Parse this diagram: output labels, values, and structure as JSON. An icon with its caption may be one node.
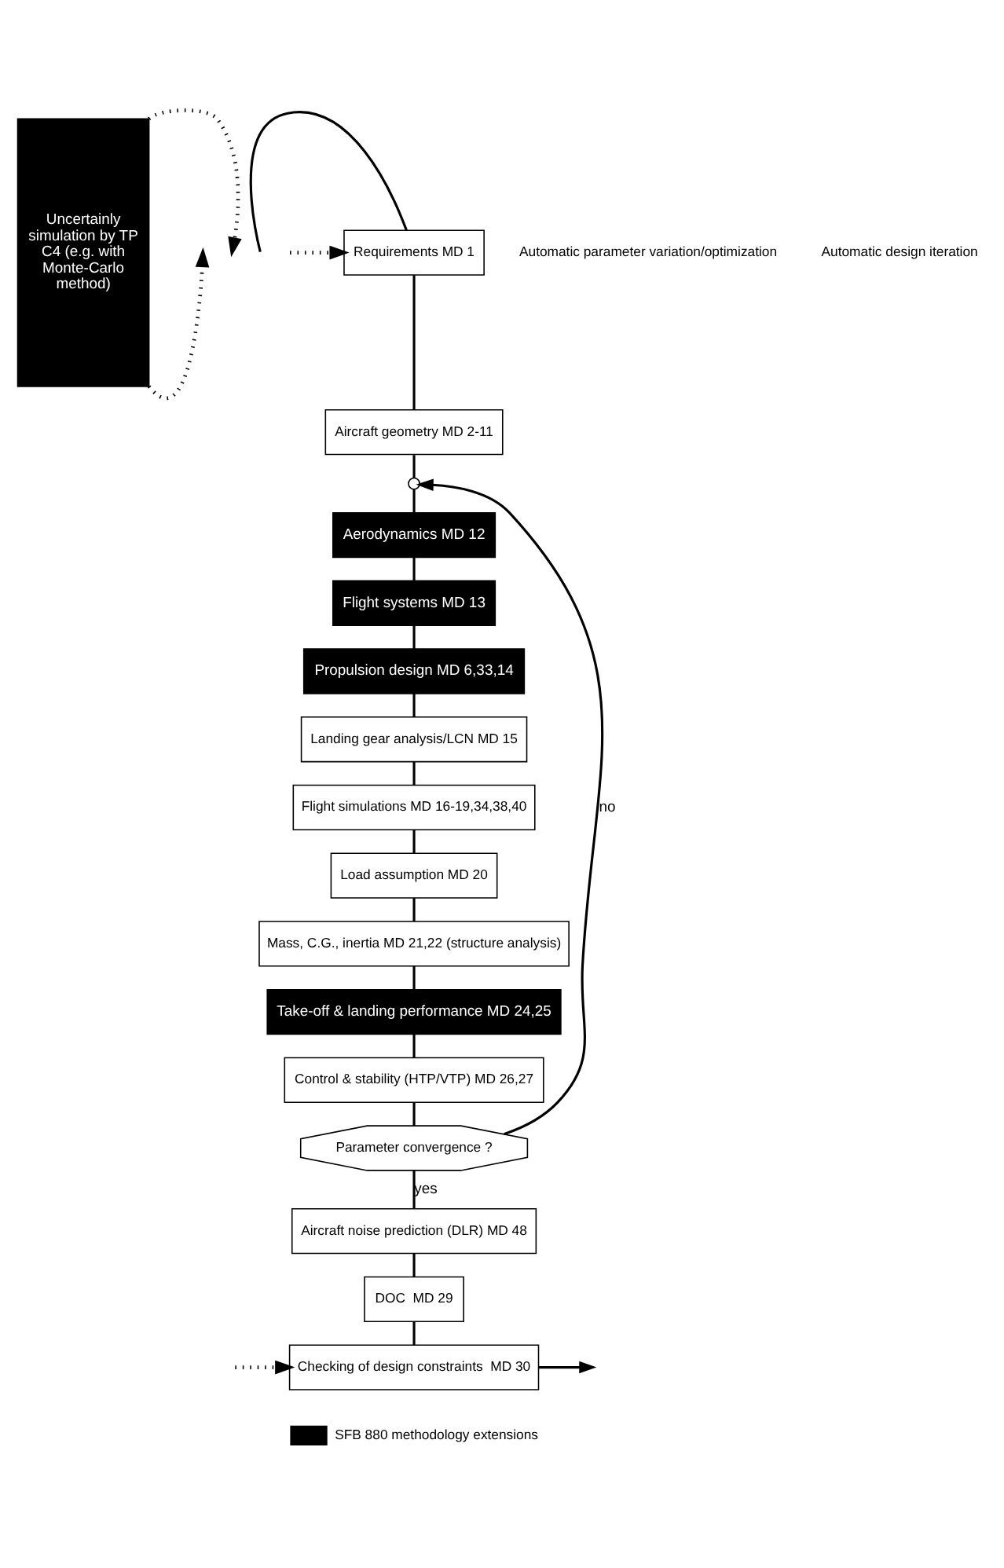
{
  "diagram": {
    "nodes": [
      {
        "text": [
          "Uncertainly simulation by TP C4 (e.g. with Monte-Carlo method)"
        ]
      },
      {
        "text": [
          "Requirements MD 1"
        ]
      },
      {
        "text": [
          "Aircraft geometry MD 2-11"
        ]
      },
      {
        "text": [],
        "shape": "circle"
      },
      {
        "text": [
          "Aerodynamics MD 12"
        ]
      },
      {
        "text": [
          "Flight systems MD 13"
        ]
      },
      {
        "text": [
          "Propulsion design MD 6,33,14"
        ]
      },
      {
        "text": [
          "Landing gear analysis/LCN MD 15"
        ]
      },
      {
        "text": [
          "Flight simulations MD 16-19,34,38,40"
        ]
      },
      {
        "text": [
          "Load assumption MD 20"
        ]
      },
      {
        "text": [
          "Mass, C.G., inertia MD 21,22 (structure analysis)"
        ]
      },
      {
        "text": [
          "Take-off & landing performance MD 24,25"
        ]
      },
      {
        "text": [
          "Control & stability (HTP/VTP) MD 26,27"
        ]
      },
      {
        "text": [
          "Parameter convergence ?"
        ]
      },
      {
        "text": [
          "Aircraft noise prediction (DLR) MD 48"
        ]
      },
      {
        "text": [
          "DOC  MD 29"
        ]
      },
      {
        "text": [
          "Checking of design constraints  MD 30"
        ]
      }
    ],
    "edges": [
      {
        "from": 1,
        "to": 2,
        "arrow": "none"
      },
      {
        "from": 2,
        "to": 3,
        "arrow": "none"
      },
      {
        "from": 3,
        "to": 4,
        "arrow": "none"
      },
      {
        "from": 4,
        "to": 5,
        "arrow": "none"
      },
      {
        "from": 5,
        "to": 6,
        "arrow": "none"
      },
      {
        "from": 6,
        "to": 7,
        "arrow": "none"
      },
      {
        "from": 7,
        "to": 8,
        "arrow": "none"
      },
      {
        "from": 8,
        "to": 9,
        "arrow": "none"
      },
      {
        "from": 9,
        "to": 10,
        "arrow": "none"
      },
      {
        "from": 10,
        "to": 11,
        "arrow": "none"
      },
      {
        "from": 11,
        "to": 12,
        "arrow": "none"
      },
      {
        "from": 12,
        "to": 13,
        "arrow": "none"
      },
      {
        "from": 13,
        "to": 14,
        "label": "yes",
        "arrow": "none"
      },
      {
        "from": 14,
        "to": 15,
        "arrow": "none"
      },
      {
        "from": 15,
        "to": 16,
        "arrow": "none"
      },
      {
        "from": 13,
        "to": 3,
        "label": "no",
        "arrow": "to"
      },
      {
        "from": 16,
        "to": null,
        "arrow": "to"
      },
      {
        "from": null,
        "to": 1,
        "arrow": "none"
      },
      {
        "from": null,
        "to": 1,
        "arrow": "to",
        "style": "dashed"
      },
      {
        "from": null,
        "to": 16,
        "arrow": "to",
        "style": "dashed"
      },
      {
        "from": 0,
        "to": null,
        "arrow": "to",
        "style": "dashed"
      },
      {
        "from": 0,
        "to": null,
        "arrow": "to",
        "style": "dashed"
      }
    ],
    "labels": [
      "Automatic parameter variation/optimization",
      "Automatic design iteration"
    ],
    "legend": [
      {
        "text": "SFB 880 methodology extensions",
        "color": "#000000"
      }
    ]
  }
}
